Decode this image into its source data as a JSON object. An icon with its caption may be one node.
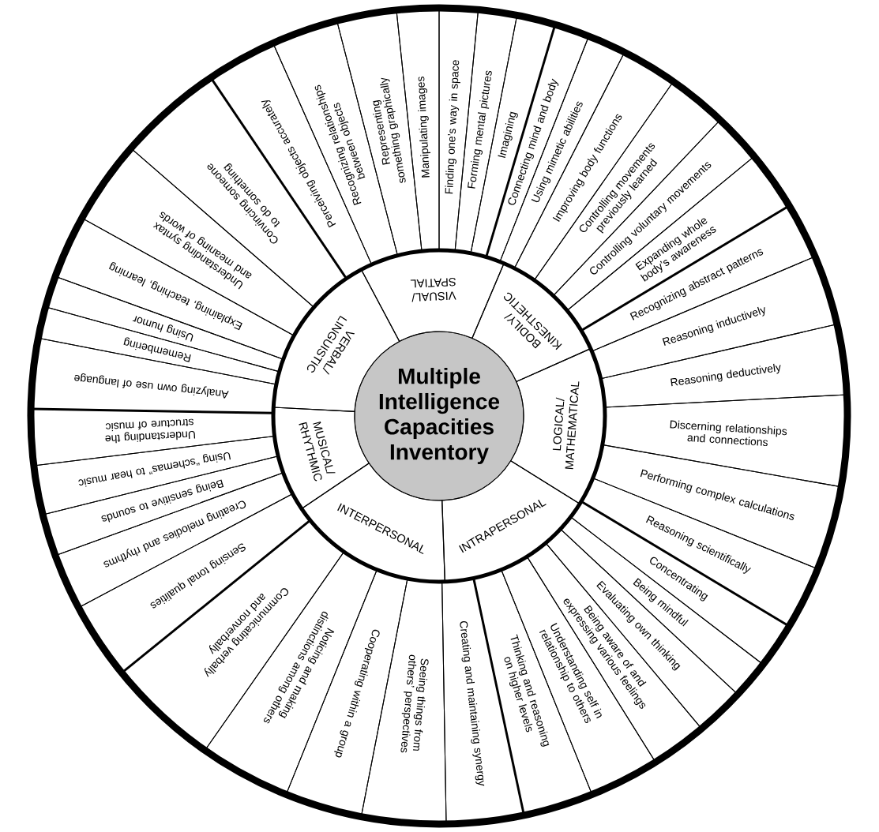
{
  "diagram": {
    "nodes": [
      {
        "text": [
          "Multiple Intelligence Capacities Inventory"
        ]
      },
      {
        "text": [
          "VISUAL/ SPATIAL"
        ]
      },
      {
        "text": [
          "BODILY/ KINESTHETIC"
        ]
      },
      {
        "text": [
          "LOGICAL/ MATHEMATICAL"
        ]
      },
      {
        "text": [
          "INTRAPERSONAL"
        ]
      },
      {
        "text": [
          "INTERPERSONAL"
        ]
      },
      {
        "text": [
          "MUSICAL/ RHYTHMIC"
        ]
      },
      {
        "text": [
          "VERBAL/ LINGUISTIC"
        ]
      },
      {
        "text": [
          "Perceiving objects accurately"
        ]
      },
      {
        "text": [
          "Recognizing relationships between objects"
        ]
      },
      {
        "text": [
          "Representing something graphically"
        ]
      },
      {
        "text": [
          "Manipulating images"
        ]
      },
      {
        "text": [
          "Finding one’s way in space"
        ]
      },
      {
        "text": [
          "Forming mental pictures"
        ]
      },
      {
        "text": [
          "Imagining"
        ]
      },
      {
        "text": [
          "Connecting mind and body"
        ]
      },
      {
        "text": [
          "Using mimetic abilities"
        ]
      },
      {
        "text": [
          "Improving body functions"
        ]
      },
      {
        "text": [
          "Controlling movements previously learned"
        ]
      },
      {
        "text": [
          "Controlling voluntary movements"
        ]
      },
      {
        "text": [
          "Expanding whole body’s awareness"
        ]
      },
      {
        "text": [
          "Recognizing abstract patterns"
        ]
      },
      {
        "text": [
          "Reasoning inductively"
        ]
      },
      {
        "text": [
          "Reasoning deductively"
        ]
      },
      {
        "text": [
          "Discerning relationships and connections"
        ]
      },
      {
        "text": [
          "Performing complex calculations"
        ]
      },
      {
        "text": [
          "Reasoning scientifically"
        ]
      },
      {
        "text": [
          "Concentrating"
        ]
      },
      {
        "text": [
          "Being mindful"
        ]
      },
      {
        "text": [
          "Evaluating own thinking"
        ]
      },
      {
        "text": [
          "Being aware of and expressing various feelings"
        ]
      },
      {
        "text": [
          "Understanding self in relationship to others"
        ]
      },
      {
        "text": [
          "Thinking and reasoning on higher levels"
        ]
      },
      {
        "text": [
          "Creating and maintaining synergy"
        ]
      },
      {
        "text": [
          "Seeing things from others’ perspectives"
        ]
      },
      {
        "text": [
          "Cooperating within a group"
        ]
      },
      {
        "text": [
          "Noticing and making distinctions among others"
        ]
      },
      {
        "text": [
          "Communicating verbally and nonverbally"
        ]
      },
      {
        "text": [
          "Sensing tonal qualities"
        ]
      },
      {
        "text": [
          "Creating melodies and rhythms"
        ]
      },
      {
        "text": [
          "Being sensitive to sounds"
        ]
      },
      {
        "text": [
          "Using “schemas” to hear music"
        ]
      },
      {
        "text": [
          "Understanding the structure of music"
        ]
      },
      {
        "text": [
          "Analyzing own use of language"
        ]
      },
      {
        "text": [
          "Remembering"
        ]
      },
      {
        "text": [
          "Using humor"
        ]
      },
      {
        "text": [
          "Explaining, teaching, learning"
        ]
      },
      {
        "text": [
          "Understanding syntax and meaning of words"
        ]
      },
      {
        "text": [
          "Convincing someone to do something"
        ]
      }
    ]
  }
}
